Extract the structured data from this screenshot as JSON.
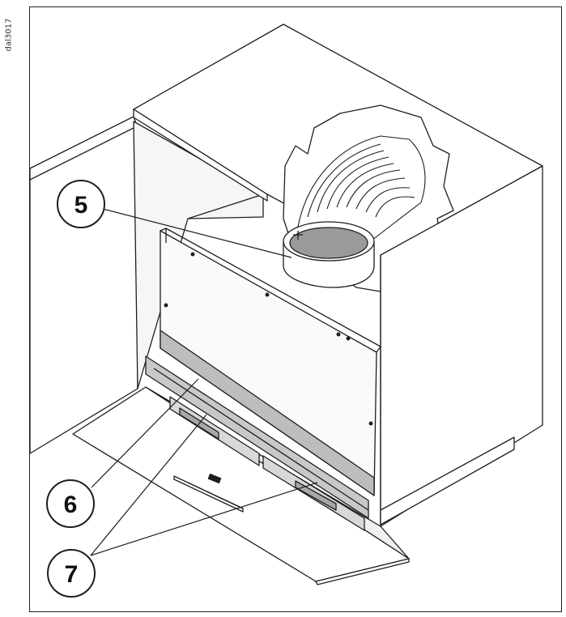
{
  "figure_code": "dal3017",
  "callouts": {
    "c5": "5",
    "c6": "6",
    "c7": "7"
  },
  "colors": {
    "line": "#1e1e1e",
    "fill_white": "#ffffff",
    "fill_light": "#f4f4f4",
    "fill_panel": "#fafafa",
    "fill_filter": "#bdbdbd",
    "fill_duct_inner": "#9a9a9a"
  }
}
